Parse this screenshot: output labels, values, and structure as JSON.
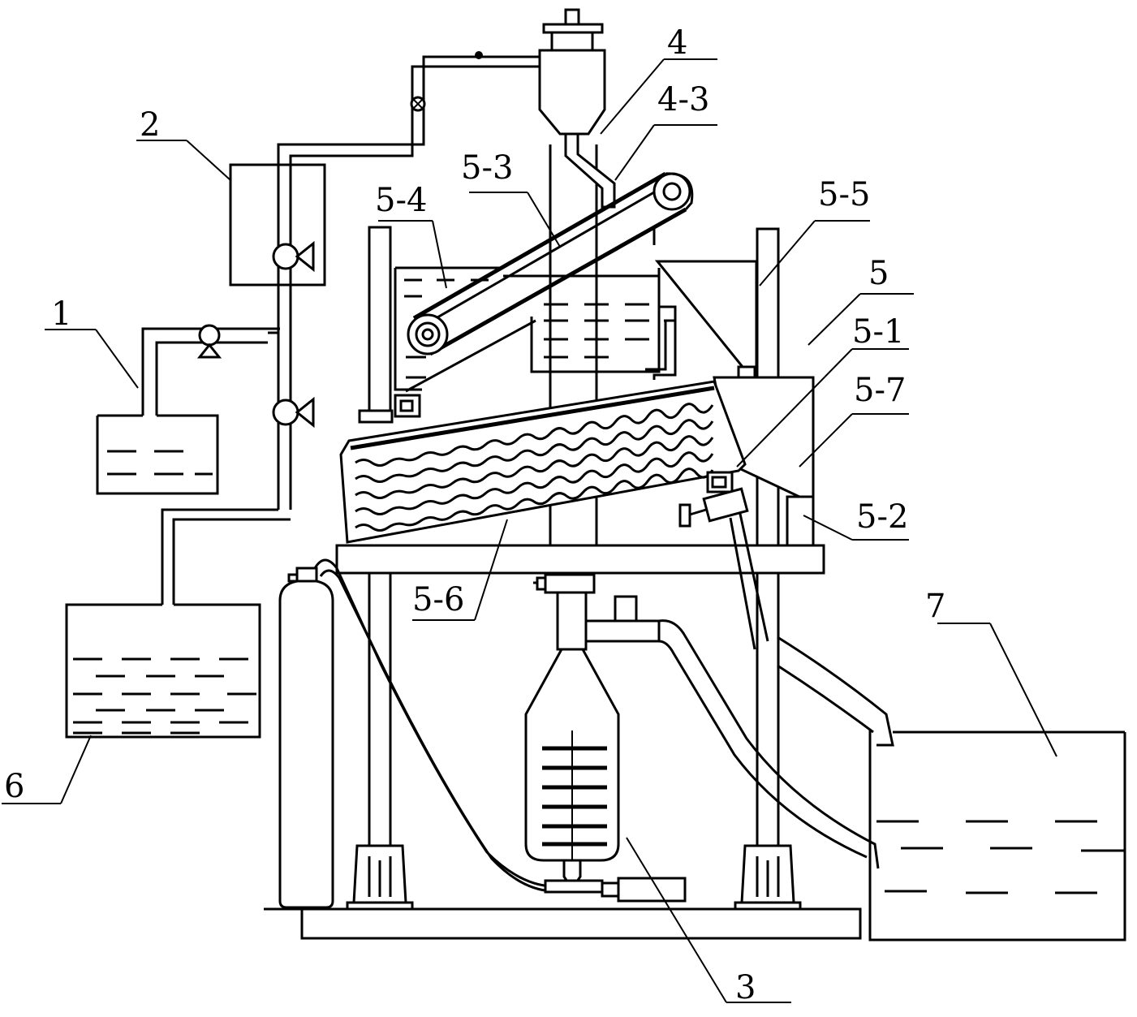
{
  "labels": {
    "l1": "1",
    "l2": "2",
    "l3": "3",
    "l4": "4",
    "l4_3": "4-3",
    "l5": "5",
    "l5_1": "5-1",
    "l5_2": "5-2",
    "l5_3": "5-3",
    "l5_4": "5-4",
    "l5_5": "5-5",
    "l5_6": "5-6",
    "l5_7": "5-7",
    "l6": "6",
    "l7": "7"
  }
}
